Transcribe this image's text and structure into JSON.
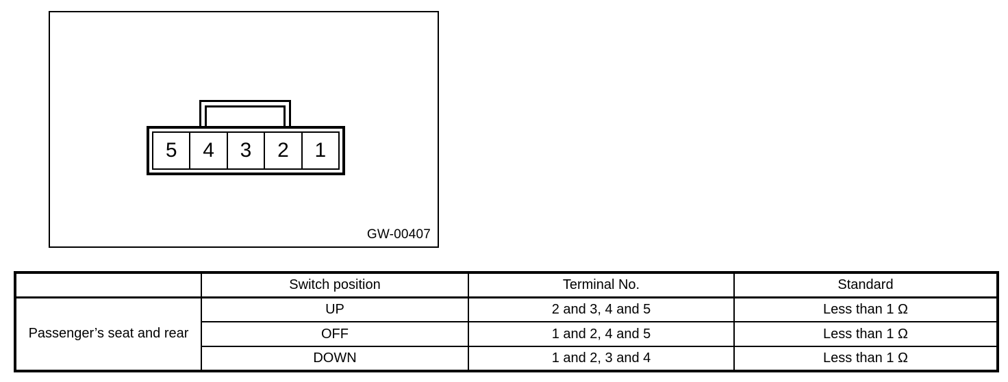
{
  "illustration": {
    "drawing_code": "GW-00407",
    "connector": {
      "name": "5-pin connector",
      "terminals": [
        "5",
        "4",
        "3",
        "2",
        "1"
      ]
    }
  },
  "table": {
    "headers": [
      "",
      "Switch position",
      "Terminal No.",
      "Standard"
    ],
    "category": "Passenger’s seat and rear",
    "rows": [
      {
        "position": "UP",
        "terminal": "2 and 3, 4 and 5",
        "standard": "Less than 1 Ω"
      },
      {
        "position": "OFF",
        "terminal": "1 and 2, 4 and 5",
        "standard": "Less than 1 Ω"
      },
      {
        "position": "DOWN",
        "terminal": "1 and 2, 3 and 4",
        "standard": "Less than 1 Ω"
      }
    ]
  }
}
